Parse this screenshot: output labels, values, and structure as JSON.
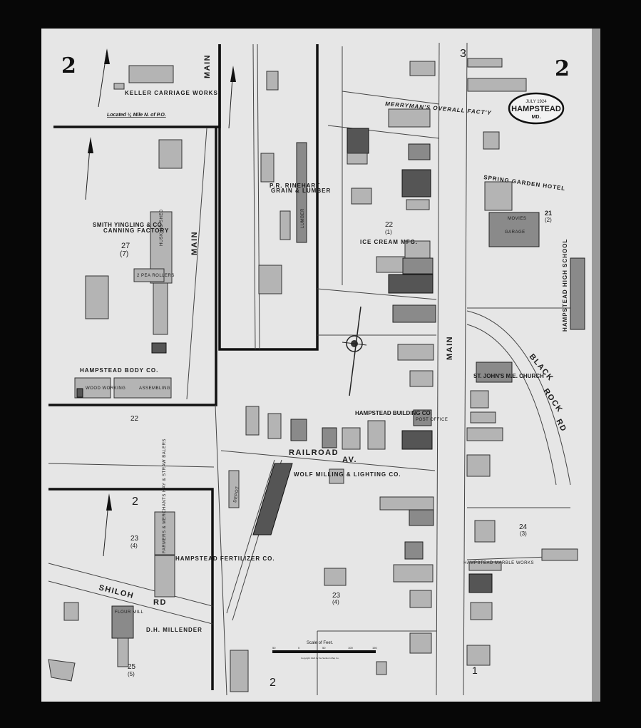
{
  "sheet": {
    "number": "2",
    "adjacent_sheet": "3",
    "title_box": {
      "date": "JULY 1924",
      "town": "HAMPSTEAD",
      "state": "MD."
    }
  },
  "streets": {
    "main": "MAIN",
    "railroad_av": [
      "RAILROAD",
      "AV."
    ],
    "black_rock_rd": [
      "BLACK",
      "ROCK",
      "RD"
    ],
    "shiloh_rd": [
      "SHILOH",
      "RD"
    ]
  },
  "insets": {
    "keller": {
      "name": "KELLER CARRIAGE WORKS",
      "note": "Located ¼ Mile N. of P.O.",
      "sheet": "2"
    },
    "smith": {
      "name": "SMITH YINGLING & CO",
      "sub": "CANNING FACTORY",
      "block": "27",
      "block_sub": "(7)",
      "shed": "HUSKING SHED",
      "rollers": "2 PEA ROLLERS"
    },
    "body_co": {
      "name": "HAMPSTEAD BODY CO.",
      "rooms": [
        "WOOD WORKING",
        "ASSEMBLING"
      ]
    },
    "rinehart": {
      "name": "P.R. RINEHART",
      "sub": "GRAIN & LUMBER",
      "lumber": "LUMBER"
    },
    "fertilizer": {
      "sheet": "2",
      "name": "HAMPSTEAD FERTILIZER CO.",
      "warehouse": "FARMERS & MERCHANTS HAY & STRAW BALERS",
      "block": "23",
      "block_sub": "(4)",
      "mill": "D.H. MILLENDER",
      "flour": "FLOUR MILL",
      "block2": "25",
      "block2_sub": "(5)"
    }
  },
  "labels": {
    "overall": "MERRYMAN'S OVERALL FACT'Y",
    "ice_cream": "ICE CREAM MFG.",
    "block22": "22",
    "block22_sub": "(1)",
    "spring_garden": "SPRING GARDEN HOTEL",
    "movies": "MOVIES",
    "garage": "GARAGE",
    "block21": "21",
    "block21_sub": "(2)",
    "high_school": "HAMPSTEAD HIGH SCHOOL",
    "church": "ST. JOHN'S M.E. CHURCH",
    "building_co": "HAMPSTEAD BUILDING CO.",
    "post_office": "POST OFFICE",
    "milling": "WOLF MILLING & LIGHTING CO.",
    "depot": "DEPOT",
    "block22b": "22",
    "block24": "24",
    "block24_sub": "(3)",
    "block23": "23",
    "block23_sub": "(4)",
    "marble": "HAMPSTEAD MARBLE WORKS",
    "lower_sheet": "2",
    "scale_title": "Scale of Feet.",
    "scale_ticks": [
      "50",
      "0",
      "50",
      "100",
      "150"
    ],
    "copyright": "Copyright 1924 by the Sanborn Map Co.",
    "corner_number": "1"
  }
}
